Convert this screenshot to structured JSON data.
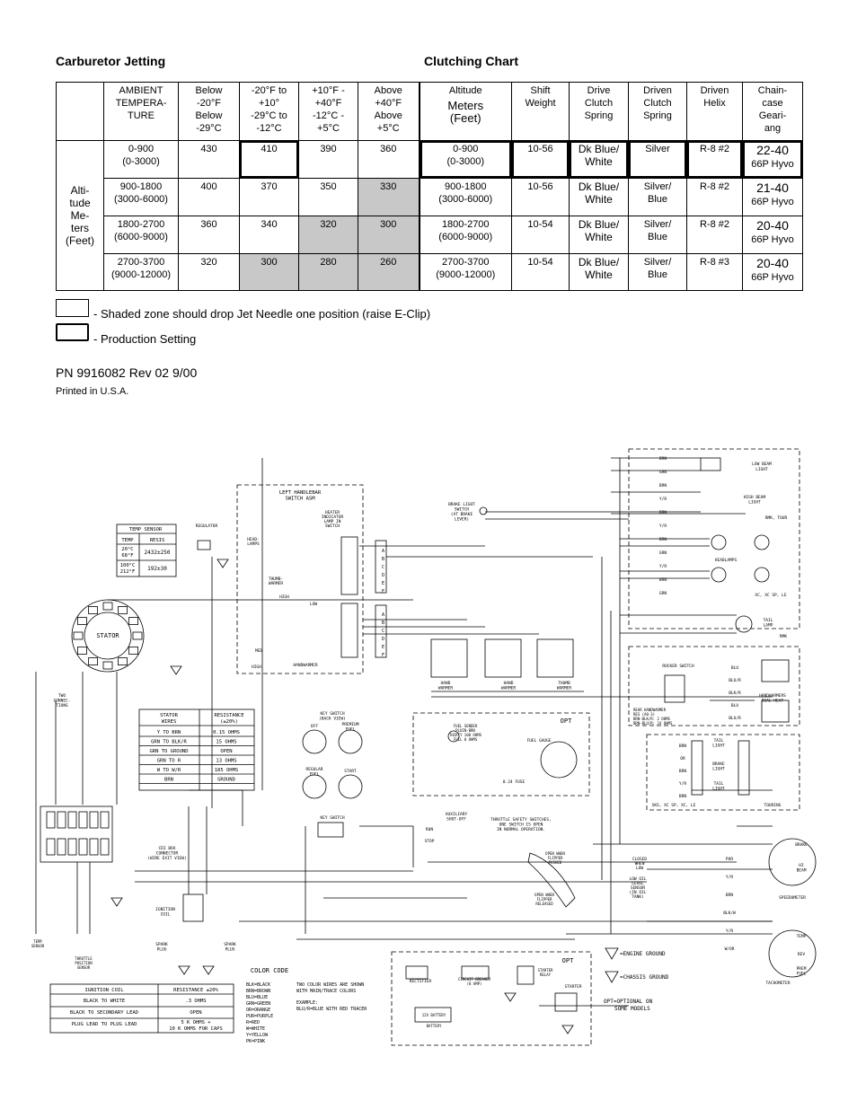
{
  "headers": {
    "carb": "Carburetor Jetting",
    "clutch": "Clutching Chart"
  },
  "carb": {
    "ambient_header": "AMBIENT TEMPERA- TURE",
    "altitude_side_label": [
      "Alti-",
      "tude",
      "Me-",
      "ters",
      "(Feet)"
    ],
    "temp_columns": [
      [
        "Below",
        "-20°F",
        "Below",
        "-29°C"
      ],
      [
        "-20°F to",
        "+10°",
        "-29°C to",
        "-12°C"
      ],
      [
        "+10°F -",
        "+40°F",
        "-12°C -",
        "+5°C"
      ],
      [
        "Above",
        "+40°F",
        "Above",
        "+5°C"
      ]
    ],
    "rows": [
      {
        "alt_m": "0-900",
        "alt_ft": "(0-3000)",
        "jets": [
          "430",
          "410",
          "390",
          "360"
        ]
      },
      {
        "alt_m": "900-1800",
        "alt_ft": "(3000-6000)",
        "jets": [
          "400",
          "370",
          "350",
          "330"
        ]
      },
      {
        "alt_m": "1800-2700",
        "alt_ft": "(6000-9000)",
        "jets": [
          "360",
          "340",
          "320",
          "300"
        ]
      },
      {
        "alt_m": "2700-3700",
        "alt_ft": "(9000-12000)",
        "jets": [
          "320",
          "300",
          "280",
          "260"
        ]
      }
    ]
  },
  "clutch": {
    "altitude_header": [
      "Altitude",
      "Meters",
      "(Feet)"
    ],
    "columns": [
      [
        "Shift",
        "Weight"
      ],
      [
        "Drive",
        "Clutch",
        "Spring"
      ],
      [
        "Driven",
        "Clutch",
        "Spring"
      ],
      [
        "Driven",
        "Helix"
      ],
      [
        "Chain-",
        "case",
        "Geari-",
        "ang"
      ]
    ],
    "rows": [
      {
        "alt_m": "0-900",
        "alt_ft": "(0-3000)",
        "shift": "10-56",
        "drive": [
          "Dk Blue/",
          "White"
        ],
        "driven": [
          "Silver"
        ],
        "helix": "R-8 #2",
        "gear": [
          "22-40",
          "66P Hyvo"
        ]
      },
      {
        "alt_m": "900-1800",
        "alt_ft": "(3000-6000)",
        "shift": "10-56",
        "drive": [
          "Dk Blue/",
          "White"
        ],
        "driven": [
          "Silver/",
          "Blue"
        ],
        "helix": "R-8 #2",
        "gear": [
          "21-40",
          "66P Hyvo"
        ]
      },
      {
        "alt_m": "1800-2700",
        "alt_ft": "(6000-9000)",
        "shift": "10-54",
        "drive": [
          "Dk Blue/",
          "White"
        ],
        "driven": [
          "Silver/",
          "Blue"
        ],
        "helix": "R-8 #2",
        "gear": [
          "20-40",
          "66P Hyvo"
        ]
      },
      {
        "alt_m": "2700-3700",
        "alt_ft": "(9000-12000)",
        "shift": "10-54",
        "drive": [
          "Dk Blue/",
          "White"
        ],
        "driven": [
          "Silver/",
          "Blue"
        ],
        "helix": "R-8 #3",
        "gear": [
          "20-40",
          "66P Hyvo"
        ]
      }
    ]
  },
  "legend": {
    "shaded": "- Shaded zone should drop Jet Needle one position (raise E-Clip)",
    "production": "- Production Setting",
    "shade_color": "#c8c8c8"
  },
  "footer": {
    "pn": "PN 9916082  Rev 02 9/00",
    "printed": "Printed in U.S.A."
  },
  "diagram": {
    "temp_sensor": {
      "title": "TEMP SENSOR",
      "cols": [
        "TEMP",
        "RESIS"
      ],
      "rows": [
        [
          "20°C 68°F",
          "2432±250"
        ],
        [
          "100°C 212°F",
          "192±30"
        ]
      ]
    },
    "stator_table": {
      "head": [
        "STATOR WIRES",
        "RESISTANCE (±20%)"
      ],
      "rows": [
        [
          "Y TO BRN",
          "0.15 OHMS"
        ],
        [
          "GRN TO BLK/R",
          "15 OHMS"
        ],
        [
          "GRN TO GROUND",
          "OPEN"
        ],
        [
          "GRN TO R",
          "13 OHMS"
        ],
        [
          "W TO W/R",
          "185 OHMS"
        ],
        [
          "BRN",
          "GROUND"
        ]
      ]
    },
    "ignition_table": {
      "head": [
        "IGNITION COIL",
        "RESISTANCE ±20%"
      ],
      "rows": [
        [
          "BLACK TO WHITE",
          ".3 OHMS"
        ],
        [
          "BLACK TO SECONDARY LEAD",
          "OPEN"
        ],
        [
          "PLUG LEAD TO PLUG LEAD",
          "5 K OHMS + 10 K OHMS FOR CAPS"
        ]
      ]
    },
    "color_code": {
      "title": "COLOR CODE",
      "items": [
        "BLK=BLACK",
        "BRN=BROWN",
        "BLU=BLUE",
        "GRN=GREEN",
        "OR=ORANGE",
        "PUR=PURPLE",
        "R=RED",
        "W=WHITE",
        "Y=YELLOW",
        "PK=PINK"
      ],
      "note": [
        "TWO COLOR WIRES ARE SHOWN",
        "WITH MAIN/TRACE COLORS",
        "EXAMPLE:",
        "BLU/R=BLUE WITH RED TRACER"
      ]
    },
    "grounds": {
      "engine": "=ENGINE GROUND",
      "chassis": "=CHASSIS GROUND",
      "opt": [
        "OPT=OPTIONAL ON",
        "SOME MODELS"
      ]
    },
    "labels": {
      "stator": "STATOR",
      "regulator": "REGULATOR",
      "left_handlebar": [
        "LEFT HANDLEBAR",
        "SWITCH ASM"
      ],
      "heater_lamp": [
        "HEATER",
        "INDICATOR",
        "LAMP IN",
        "SWITCH"
      ],
      "headlamps_sw": [
        "HEAD-",
        "LAMPS"
      ],
      "thumb_warmer_sw": [
        "THUMB-",
        "WARMER"
      ],
      "handwarmer": "HANDWARMER",
      "hand_warmer": [
        "HAND",
        "WARMER"
      ],
      "thumb_warmer": [
        "THUMB",
        "WARMER"
      ],
      "brake_switch": [
        "BRAKE LIGHT",
        "SWITCH",
        "(AT BRAKE",
        "LEVER)"
      ],
      "low_beam": [
        "LOW BEAM",
        "LIGHT"
      ],
      "high_beam": [
        "HIGH BEAM",
        "LIGHT"
      ],
      "rmk_tour": "RMK, TOUR",
      "headlamps": "HEADLAMPS",
      "xc_sp": "XC, XC SP, LE",
      "tail_lamp": [
        "TAIL",
        "LAMP"
      ],
      "rmk": "RMK",
      "rocker": "ROCKER SWITCH",
      "handwarmers_dual": [
        "HANDWARMERS",
        "DUAL HEAT"
      ],
      "rear_handwarmer": [
        "REAR HANDWARMER",
        "RES (A0-3)",
        "BRN-BLK/R: 2 OHMS",
        "BRN-BLU/R: 24 OHMS"
      ],
      "opt": "OPT",
      "fuel_sender": [
        "FUEL SENDER",
        "PLUIN-BRN",
        "THIRTY 100 OHMS",
        "FULL 0 OHMS"
      ],
      "fuel_gauge": "FUEL GAUGE",
      "ohm_24": "0.24 FUSE",
      "key_switch_back": [
        "KEY SWITCH",
        "(BACK VIEW)"
      ],
      "premium": [
        "PREMIUM",
        "FUEL"
      ],
      "regular": [
        "REGULAR",
        "FUEL"
      ],
      "start": "START",
      "off": "OFF",
      "run": "RUN",
      "stop": "STOP",
      "key_switch": "KEY SWITCH",
      "aux_shutoff": [
        "AUXILIARY",
        "SHUT-OFF"
      ],
      "throttle_safety": [
        "THROTTLE SAFETY SWITCHES,",
        "ONE SWITCH IS OPEN",
        "IN NORMAL OPERATION."
      ],
      "open_flipper_pushed": [
        "OPEN WHEN",
        "FLIPPER",
        "PUSHED"
      ],
      "open_flipper_released": [
        "OPEN WHEN",
        "FLIPPER",
        "RELEASED"
      ],
      "closed_low": [
        "CLOSED",
        "WHEN",
        "LOW"
      ],
      "low_oil": [
        "LOW OIL",
        "LEVEL",
        "SENSOR",
        "(IN OIL",
        "TANK)"
      ],
      "speedometer": "SPEEDOMETER",
      "tachometer": "TACHOMETER",
      "brake": "BRAKE",
      "hi_beam": [
        "HI",
        "BEAM"
      ],
      "temp": "TEMP",
      "rev": "REV",
      "prem_fuel": [
        "PREM",
        "FUEL"
      ],
      "two_conn": [
        "TWO",
        "CONNEC-",
        "TIONS"
      ],
      "cdi_box": [
        "CDI BOX",
        "CONNECTOR",
        "(WIRE EXIT VIEW)"
      ],
      "ignition_coil": [
        "IGNITION",
        "COIL"
      ],
      "spark_plug": [
        "SPARK",
        "PLUG"
      ],
      "temp_sensor": [
        "TEMP",
        "SENSOR"
      ],
      "tps": [
        "THROTTLE",
        "POSITION",
        "SENSOR"
      ],
      "rectifier": "RECTIFIER",
      "circuit_breaker": [
        "CIRCUIT BREAKER",
        "(8 AMP)"
      ],
      "starter_relay": [
        "STARTER",
        "RELAY"
      ],
      "starter": "STARTER",
      "battery": [
        "12V BATTERY",
        "BATTERY"
      ],
      "sks": "SKS, XC SP, XC, LE",
      "touring": "TOURING",
      "tail_light": [
        "TAIL",
        "LIGHT"
      ],
      "brake_light": [
        "BRAKE",
        "LIGHT"
      ],
      "high": "HIGH",
      "low": "LOW",
      "med": "MED",
      "13ohms": [
        "13",
        "OHMS"
      ],
      "21": "21"
    }
  }
}
